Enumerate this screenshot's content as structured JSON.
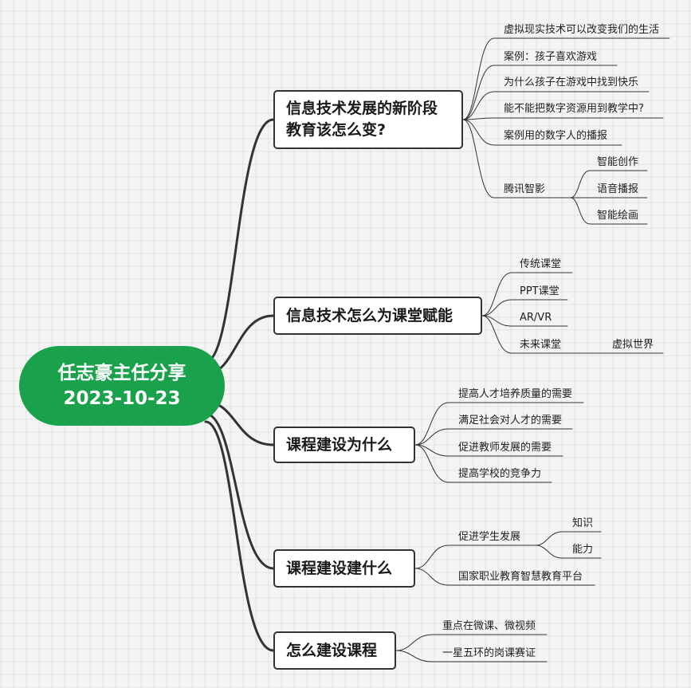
{
  "root": {
    "line1": "任志豪主任分享",
    "line2": "2023-10-23"
  },
  "topics": [
    {
      "line1": "信息技术发展的新阶段",
      "line2": "教育该怎么变?",
      "children": [
        {
          "label": "虚拟现实技术可以改变我们的生活"
        },
        {
          "label": "案例：孩子喜欢游戏"
        },
        {
          "label": "为什么孩子在游戏中找到快乐"
        },
        {
          "label": "能不能把数字资源用到教学中?"
        },
        {
          "label": "案例用的数字人的播报"
        },
        {
          "label": "腾讯智影",
          "children": [
            "智能创作",
            "语音播报",
            "智能绘画"
          ]
        }
      ]
    },
    {
      "line1": "信息技术怎么为课堂赋能",
      "line2": "",
      "children": [
        {
          "label": "传统课堂"
        },
        {
          "label": "PPT课堂"
        },
        {
          "label": "AR/VR"
        },
        {
          "label": "未来课堂",
          "children": [
            "虚拟世界"
          ]
        }
      ]
    },
    {
      "line1": "课程建设为什么",
      "line2": "",
      "children": [
        {
          "label": "提高人才培养质量的需要"
        },
        {
          "label": "满足社会对人才的需要"
        },
        {
          "label": "促进教师发展的需要"
        },
        {
          "label": "提高学校的竞争力"
        }
      ]
    },
    {
      "line1": "课程建设建什么",
      "line2": "",
      "children": [
        {
          "label": "促进学生发展",
          "children": [
            "知识",
            "能力"
          ]
        },
        {
          "label": "国家职业教育智慧教育平台"
        }
      ]
    },
    {
      "line1": "怎么建设课程",
      "line2": "",
      "children": [
        {
          "label": "重点在微课、微视频"
        },
        {
          "label": "一星五环的岗课赛证"
        }
      ]
    }
  ],
  "colors": {
    "root_fill": "#1aa14b",
    "line": "#333333",
    "background": "#f4f4f4"
  }
}
